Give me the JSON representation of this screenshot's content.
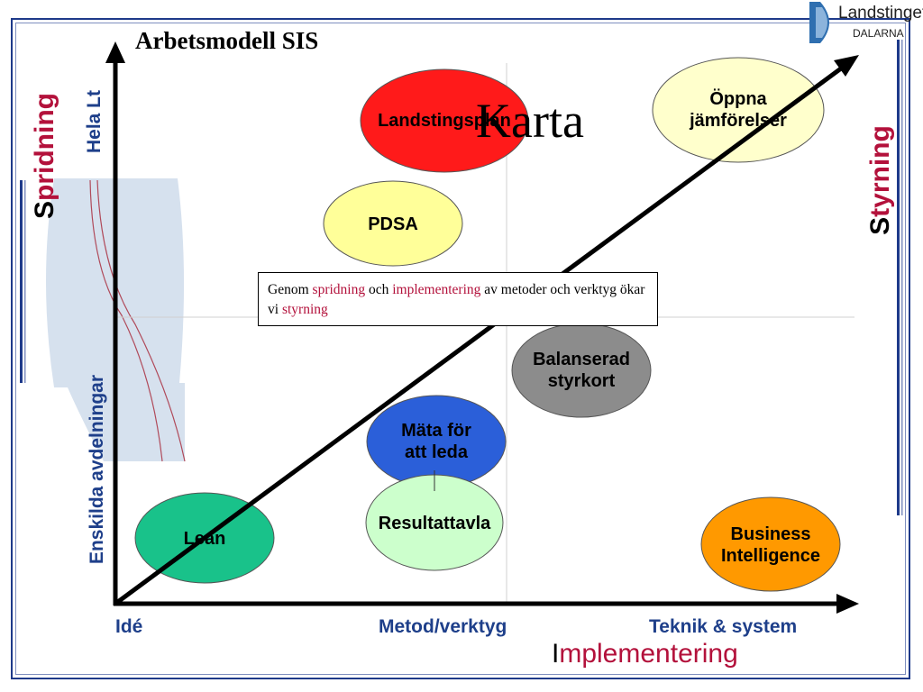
{
  "title": "Arbetsmodell SIS",
  "overlay_word": "Karta",
  "logo": {
    "name": "Landstinget",
    "region": "DALARNA"
  },
  "axes": {
    "y_top_label": "Hela Lt",
    "y_bottom_label": "Enskilda avdelningar",
    "x_labels": [
      "Idé",
      "Metod/verktyg",
      "Teknik & system"
    ],
    "left_title_first": "S",
    "left_title_rest": "pridning",
    "right_title_first": "S",
    "right_title_rest": "tyrning",
    "bottom_title_first": "I",
    "bottom_title_rest": "mplementering"
  },
  "textbox": {
    "p1": "Genom ",
    "s1": "s",
    "h1": "pridning",
    "p2": " och ",
    "s2": "i",
    "h2": "mplementering",
    "p3": " av metoder och verktyg ökar vi ",
    "s3": "s",
    "h3": "tyrning"
  },
  "nodes": [
    {
      "id": "landstingsplan",
      "label": "Landstingsplan",
      "fill": "#ff1a1a"
    },
    {
      "id": "oppna",
      "label": "Öppna\njämförelser",
      "fill": "#ffffcc"
    },
    {
      "id": "pdsa",
      "label": "PDSA",
      "fill": "#ffff99"
    },
    {
      "id": "balanserad",
      "label": "Balanserad\nstyrkort",
      "fill": "#8c8c8c"
    },
    {
      "id": "mata",
      "label": "Mäta för\natt leda",
      "fill": "#2b5fd9"
    },
    {
      "id": "resultattavla",
      "label": "Resultattavla",
      "fill": "#ccffcc"
    },
    {
      "id": "lean",
      "label": "Lean",
      "fill": "#19c28a"
    },
    {
      "id": "business",
      "label": "Business\nIntelligence",
      "fill": "#ff9900"
    }
  ],
  "colors": {
    "accent": "#b3113b",
    "axis_label": "#1e3f8a",
    "frame": "#1e3a8a"
  }
}
